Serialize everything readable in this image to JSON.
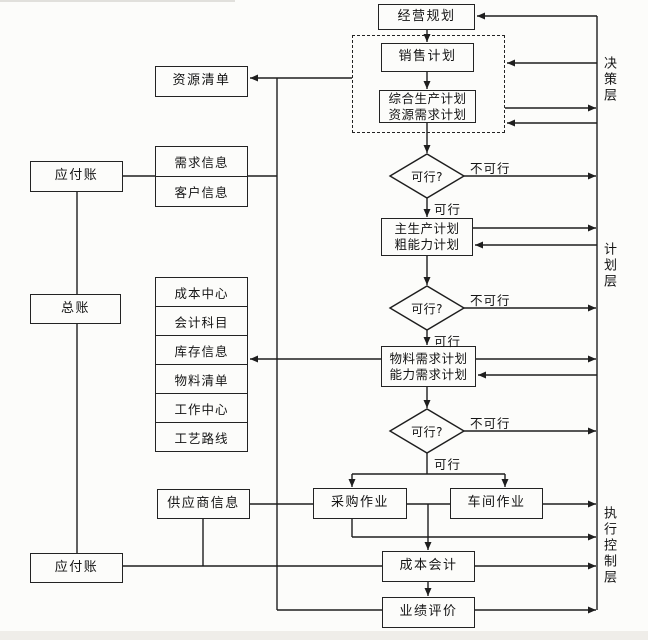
{
  "nodes": {
    "business_planning": "经营规划",
    "sales_plan": "销售计划",
    "aggregate_plan": [
      "综合生产计划",
      "资源需求计划"
    ],
    "resource_list": "资源清单",
    "accounts_payable_top": "应付账",
    "demand_info": "需求信息",
    "customer_info": "客户信息",
    "general_ledger": "总账",
    "data_stack": [
      "成本中心",
      "会计科目",
      "库存信息",
      "物料清单",
      "工作中心",
      "工艺路线"
    ],
    "mps": [
      "主生产计划",
      "粗能力计划"
    ],
    "mrp": [
      "物料需求计划",
      "能力需求计划"
    ],
    "supplier_info": "供应商信息",
    "purchasing": "采购作业",
    "shop_floor": "车间作业",
    "cost_accounting": "成本会计",
    "performance_eval": "业绩评价",
    "accounts_payable_bottom": "应付账"
  },
  "decisions": {
    "question": "可行?",
    "yes": "可行",
    "no": "不可行"
  },
  "layers": {
    "decision": "决策层",
    "planning": "计划层",
    "execution": "执行控制层"
  },
  "colors": {
    "line": "#1e1e1e",
    "background": "#fcfcfa"
  }
}
